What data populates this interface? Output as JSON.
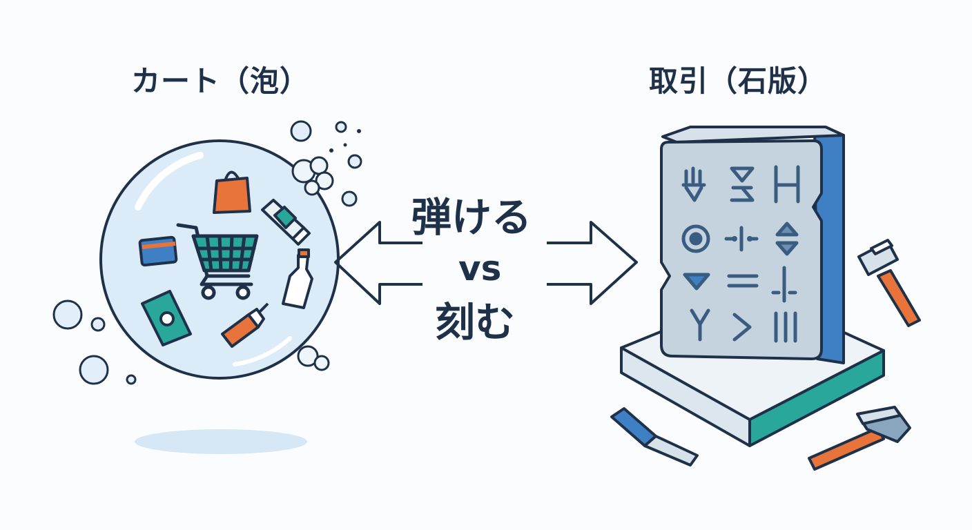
{
  "left": {
    "title": "カート（泡）"
  },
  "right": {
    "title": "取引（石版）"
  },
  "center": {
    "top_word": "弾ける",
    "vs": "vs",
    "bottom_word": "刻む"
  },
  "colors": {
    "ink": "#1f3148",
    "bubble_fill": "#dcebf8",
    "teal": "#2aa79b",
    "orange": "#e8743b",
    "slate": "#c5d3df",
    "blue": "#3f7fc4"
  },
  "icons": [
    "shopping-cart-icon",
    "shopping-bag-icon",
    "credit-card-icon",
    "bottle-icon",
    "spray-bottle-icon",
    "snack-pack-icon",
    "tube-icon",
    "hammer-icon",
    "chisel-icon"
  ]
}
